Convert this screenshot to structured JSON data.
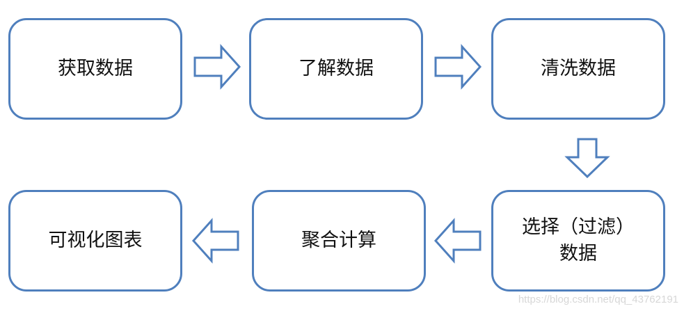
{
  "flowchart": {
    "nodes": [
      {
        "id": "n1",
        "label": "获取数据"
      },
      {
        "id": "n2",
        "label": "了解数据"
      },
      {
        "id": "n3",
        "label": "清洗数据"
      },
      {
        "id": "n4",
        "label": "选择（过滤）\n数据"
      },
      {
        "id": "n5",
        "label": "聚合计算"
      },
      {
        "id": "n6",
        "label": "可视化图表"
      }
    ],
    "edges": [
      {
        "from": "n1",
        "to": "n2",
        "direction": "right"
      },
      {
        "from": "n2",
        "to": "n3",
        "direction": "right"
      },
      {
        "from": "n3",
        "to": "n4",
        "direction": "down"
      },
      {
        "from": "n4",
        "to": "n5",
        "direction": "left"
      },
      {
        "from": "n5",
        "to": "n6",
        "direction": "left"
      }
    ]
  },
  "watermark": "https://blog.csdn.net/qq_43762191",
  "colors": {
    "stroke": "#4f7fbd",
    "fill": "#ffffff",
    "text": "#111111",
    "watermark": "#d7d7d7"
  }
}
